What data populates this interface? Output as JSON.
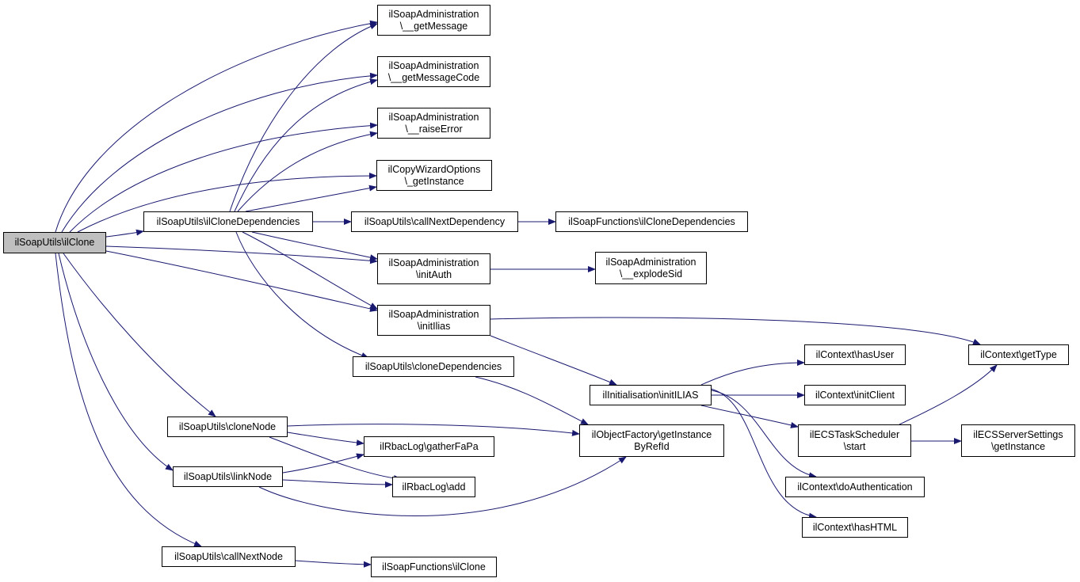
{
  "graph": {
    "edge_color": "#191970",
    "root_fill": "#bfbfbf",
    "nodes": [
      {
        "id": "root",
        "lines": [
          "ilSoapUtils\\ilClone"
        ]
      },
      {
        "id": "getMessage",
        "lines": [
          "ilSoapAdministration",
          "\\__getMessage"
        ]
      },
      {
        "id": "getMessageCode",
        "lines": [
          "ilSoapAdministration",
          "\\__getMessageCode"
        ]
      },
      {
        "id": "raiseError",
        "lines": [
          "ilSoapAdministration",
          "\\__raiseError"
        ]
      },
      {
        "id": "copyWizard",
        "lines": [
          "ilCopyWizardOptions",
          "\\_getInstance"
        ]
      },
      {
        "id": "cloneDeps",
        "lines": [
          "ilSoapUtils\\ilCloneDependencies"
        ]
      },
      {
        "id": "callNextDep",
        "lines": [
          "ilSoapUtils\\callNextDependency"
        ]
      },
      {
        "id": "funcCloneDeps",
        "lines": [
          "ilSoapFunctions\\ilCloneDependencies"
        ]
      },
      {
        "id": "initAuth",
        "lines": [
          "ilSoapAdministration",
          "\\initAuth"
        ]
      },
      {
        "id": "explodeSid",
        "lines": [
          "ilSoapAdministration",
          "\\__explodeSid"
        ]
      },
      {
        "id": "initIlias",
        "lines": [
          "ilSoapAdministration",
          "\\initIlias"
        ]
      },
      {
        "id": "getType",
        "lines": [
          "ilContext\\getType"
        ]
      },
      {
        "id": "cloneDependencies",
        "lines": [
          "ilSoapUtils\\cloneDependencies"
        ]
      },
      {
        "id": "hasUser",
        "lines": [
          "ilContext\\hasUser"
        ]
      },
      {
        "id": "initILIAS",
        "lines": [
          "ilInitialisation\\initILIAS"
        ]
      },
      {
        "id": "initClient",
        "lines": [
          "ilContext\\initClient"
        ]
      },
      {
        "id": "cloneNode",
        "lines": [
          "ilSoapUtils\\cloneNode"
        ]
      },
      {
        "id": "objFactory",
        "lines": [
          "ilObjectFactory\\getInstance",
          "ByRefId"
        ]
      },
      {
        "id": "ecsTask",
        "lines": [
          "ilECSTaskScheduler",
          "\\start"
        ]
      },
      {
        "id": "ecsServer",
        "lines": [
          "ilECSServerSettings",
          "\\getInstance"
        ]
      },
      {
        "id": "gatherFaPa",
        "lines": [
          "ilRbacLog\\gatherFaPa"
        ]
      },
      {
        "id": "linkNode",
        "lines": [
          "ilSoapUtils\\linkNode"
        ]
      },
      {
        "id": "rbacAdd",
        "lines": [
          "ilRbacLog\\add"
        ]
      },
      {
        "id": "doAuth",
        "lines": [
          "ilContext\\doAuthentication"
        ]
      },
      {
        "id": "hasHTML",
        "lines": [
          "ilContext\\hasHTML"
        ]
      },
      {
        "id": "callNextNode",
        "lines": [
          "ilSoapUtils\\callNextNode"
        ]
      },
      {
        "id": "funcClone",
        "lines": [
          "ilSoapFunctions\\ilClone"
        ]
      }
    ],
    "edges": [
      [
        "root",
        "getMessage"
      ],
      [
        "root",
        "getMessageCode"
      ],
      [
        "root",
        "raiseError"
      ],
      [
        "root",
        "copyWizard"
      ],
      [
        "root",
        "cloneDeps"
      ],
      [
        "root",
        "initAuth"
      ],
      [
        "root",
        "initIlias"
      ],
      [
        "root",
        "cloneNode"
      ],
      [
        "root",
        "linkNode"
      ],
      [
        "root",
        "callNextNode"
      ],
      [
        "cloneDeps",
        "getMessage"
      ],
      [
        "cloneDeps",
        "getMessageCode"
      ],
      [
        "cloneDeps",
        "raiseError"
      ],
      [
        "cloneDeps",
        "copyWizard"
      ],
      [
        "cloneDeps",
        "callNextDep"
      ],
      [
        "cloneDeps",
        "initAuth"
      ],
      [
        "cloneDeps",
        "initIlias"
      ],
      [
        "cloneDeps",
        "cloneDependencies"
      ],
      [
        "callNextDep",
        "funcCloneDeps"
      ],
      [
        "initAuth",
        "explodeSid"
      ],
      [
        "initIlias",
        "getType"
      ],
      [
        "initIlias",
        "initILIAS"
      ],
      [
        "cloneDependencies",
        "objFactory"
      ],
      [
        "initILIAS",
        "hasUser"
      ],
      [
        "initILIAS",
        "initClient"
      ],
      [
        "initILIAS",
        "ecsTask"
      ],
      [
        "initILIAS",
        "doAuth"
      ],
      [
        "initILIAS",
        "hasHTML"
      ],
      [
        "ecsTask",
        "getType"
      ],
      [
        "ecsTask",
        "ecsServer"
      ],
      [
        "cloneNode",
        "objFactory"
      ],
      [
        "cloneNode",
        "gatherFaPa"
      ],
      [
        "cloneNode",
        "rbacAdd"
      ],
      [
        "linkNode",
        "gatherFaPa"
      ],
      [
        "linkNode",
        "rbacAdd"
      ],
      [
        "linkNode",
        "objFactory"
      ],
      [
        "callNextNode",
        "funcClone"
      ]
    ]
  }
}
